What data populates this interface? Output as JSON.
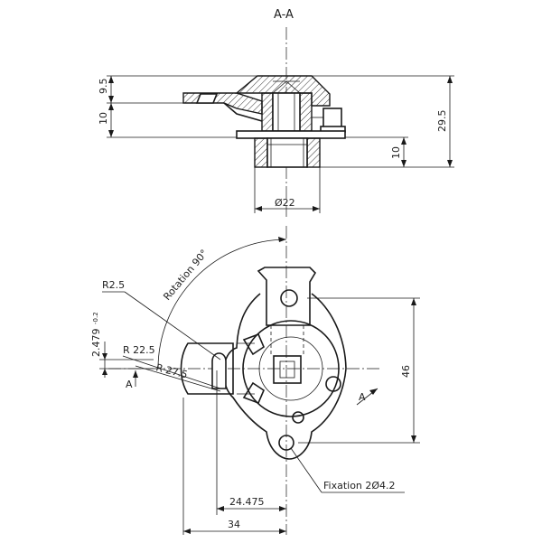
{
  "section": {
    "title": "A-A"
  },
  "dims": {
    "d_9_5": "9.5",
    "d_10_left": "10",
    "d_29_5": "29.5",
    "d_10_right": "10",
    "d_dia22": "Ø22",
    "d_46": "46",
    "d_24_475": "24.475",
    "d_34": "34",
    "r_2_5": "R2.5",
    "r_22_5": "R 22.5",
    "r_27_5": "R 27.5",
    "d_2_479": "2.479",
    "d_2_479_tol": "-0.2"
  },
  "notes": {
    "rotation": "Rotation 90°",
    "fixation": "Fixation 2Ø4.2",
    "cut_left": "A",
    "cut_right": "A"
  }
}
